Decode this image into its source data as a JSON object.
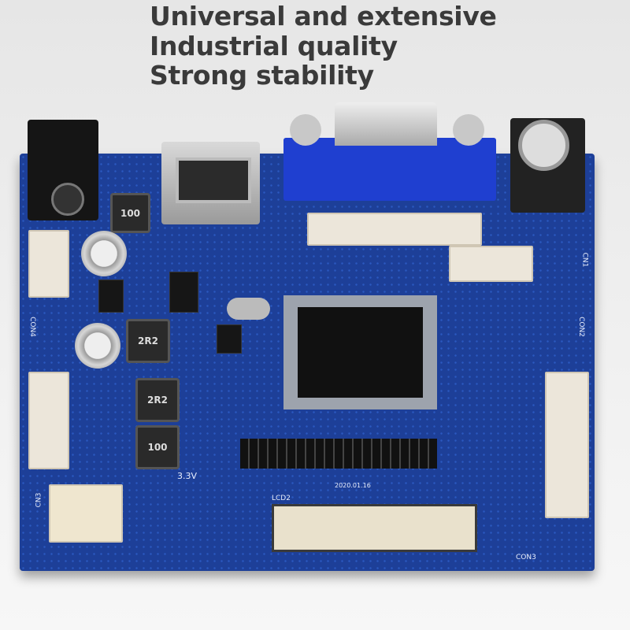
{
  "headline": {
    "lines": [
      "Universal and extensive",
      "Industrial quality",
      "Strong stability"
    ]
  },
  "board": {
    "color": "#1d3f98",
    "labels": {
      "inductor_top": "100",
      "inductor_mid": "2R2",
      "inductor_lower": "2R2",
      "inductor_bottom": "100",
      "con4": "CON4",
      "cn3": "CN3",
      "lcd2": "LCD2",
      "con3": "CON3",
      "con2": "CON2",
      "cn1": "CN1",
      "volt": "3.3V",
      "date": "2020.01.16"
    }
  }
}
